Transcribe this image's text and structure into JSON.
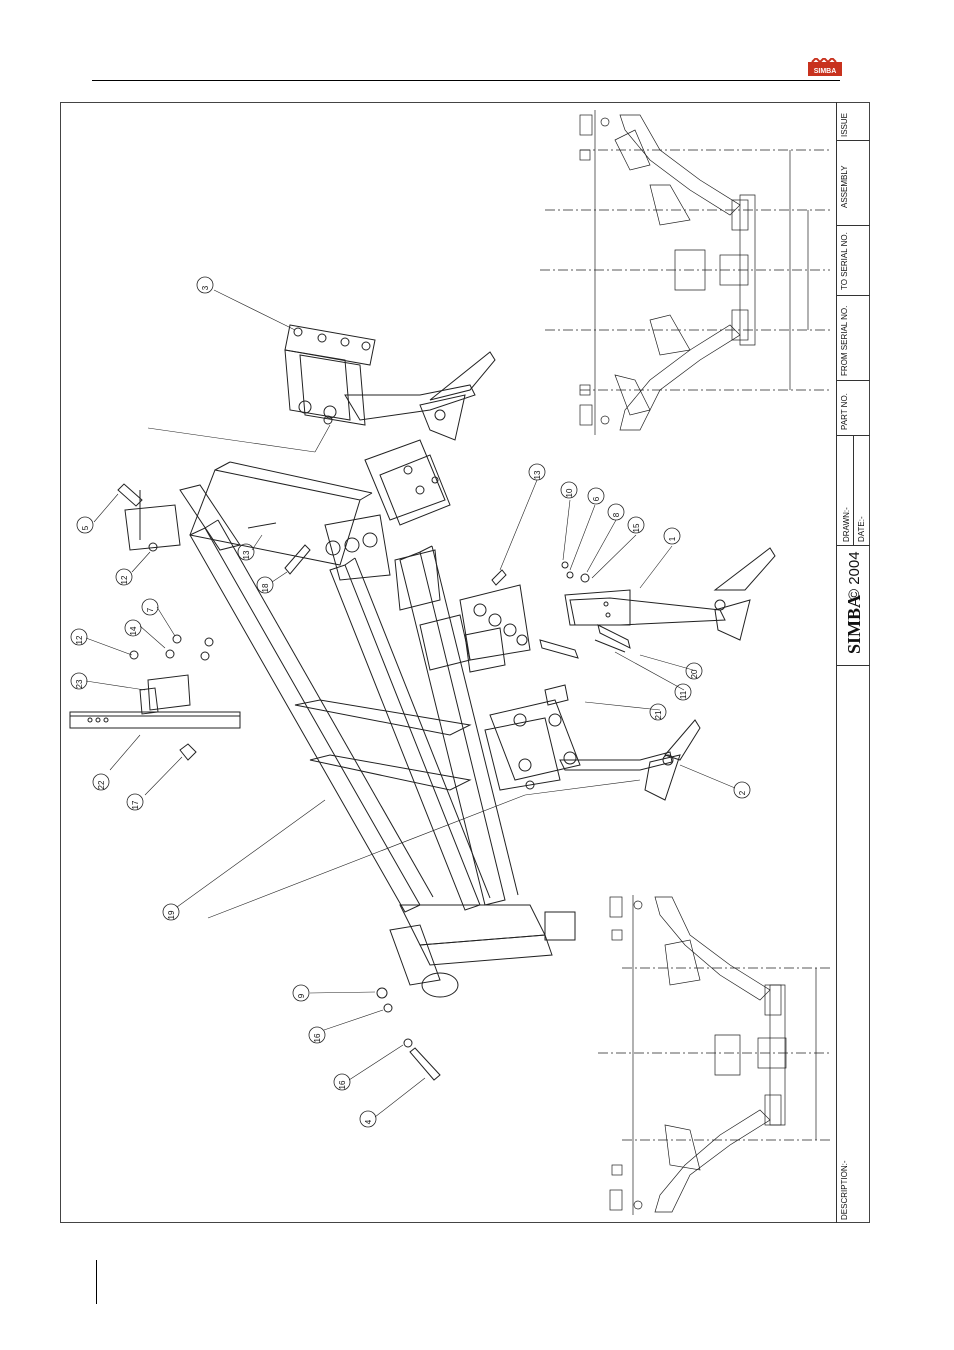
{
  "header": {
    "logo_text": "SIMBA",
    "logo_color": "#c8321e"
  },
  "title_block": {
    "issue_label": "ISSUE",
    "assembly_label": "ASSEMBLY",
    "to_serial_label": "TO SERIAL NO.",
    "from_serial_label": "FROM SERIAL NO.",
    "part_no_label": "PART NO.",
    "drawn_label": "DRAWN:-",
    "date_label": "DATE:-",
    "brand": "SIMBA",
    "copyright": "© 2004",
    "description_label": "DESCRIPTION:-"
  },
  "callouts": [
    "1",
    "2",
    "3",
    "4",
    "5",
    "6",
    "7",
    "8",
    "9",
    "10",
    "11",
    "12",
    "12",
    "13",
    "13",
    "14",
    "15",
    "16",
    "16",
    "17",
    "18",
    "19",
    "20",
    "21",
    "22",
    "23"
  ]
}
